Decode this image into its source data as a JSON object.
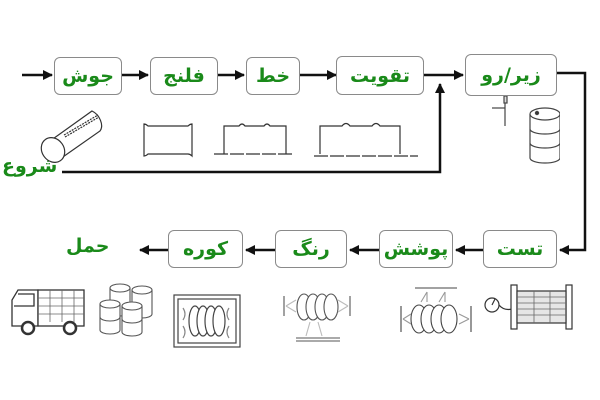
{
  "diagram": {
    "type": "process-flow",
    "accent_color": "#1a8a1a",
    "line_color": "#111111",
    "box_border_color": "#8a8a8a",
    "start_label": "شروع",
    "top_row": [
      {
        "id": "welding",
        "label": "جوش",
        "illustration": "welded-cylinder-icon"
      },
      {
        "id": "flange",
        "label": "فلنج",
        "illustration": "flanged-shell-icon"
      },
      {
        "id": "bead",
        "label": "خط",
        "illustration": "beaded-shell-icon"
      },
      {
        "id": "reinforce",
        "label": "تقویت",
        "illustration": "reinforced-shell-icon"
      },
      {
        "id": "top-bottom",
        "label": "زیر/رو",
        "illustration": "barrel-with-lids-icon"
      }
    ],
    "bottom_row": [
      {
        "id": "test",
        "label": "تست",
        "illustration": "pressure-test-icon"
      },
      {
        "id": "coating",
        "label": "پوشش",
        "illustration": "spray-coating-icon"
      },
      {
        "id": "paint",
        "label": "رنگ",
        "illustration": "paint-spray-icon"
      },
      {
        "id": "oven",
        "label": "کوره",
        "illustration": "oven-icon"
      },
      {
        "id": "transport",
        "label": "حمل",
        "illustration": "truck-with-barrels-icon"
      }
    ]
  }
}
